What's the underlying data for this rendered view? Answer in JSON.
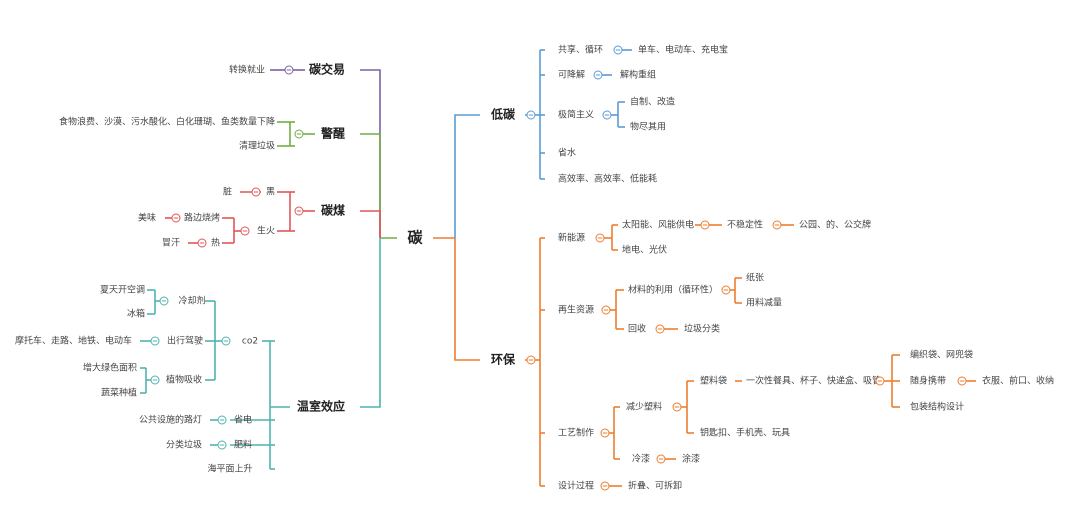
{
  "root": "碳",
  "colors": {
    "blue": "#5b9bd5",
    "orange": "#ed7d31",
    "purple": "#7b62a3",
    "green": "#70ad47",
    "red": "#e15759",
    "teal": "#4fb3b0",
    "root_line": "#70ad47"
  },
  "branches": {
    "tanjiaoyi": {
      "label": "碳交易",
      "children": {
        "a": "转换就业"
      }
    },
    "jingxing": {
      "label": "警醒",
      "children": {
        "a": "食物浪费、沙漠、污水酸化、白化珊瑚、鱼类数量下降",
        "b": "清理垃圾"
      }
    },
    "tanmei": {
      "label": "碳煤",
      "children": {
        "a": "脏",
        "a1": "黑",
        "b": "生火",
        "b1": "路边烧烤",
        "b1a": "美味",
        "b2": "热",
        "b2a": "冒汗"
      }
    },
    "wenshi": {
      "label": "温室效应",
      "children": {
        "co2": "co2",
        "lq": "冷却剂",
        "lq1": "夏天开空调",
        "lq2": "冰箱",
        "cx": "出行驾驶",
        "cx1": "摩托车、走路、地铁、电动车",
        "zw": "植物吸收",
        "zw1": "增大绿色面积",
        "zw2": "蔬菜种植",
        "sd": "省电",
        "sd1": "公共设施的路灯",
        "fl": "肥料",
        "fl1": "分类垃圾",
        "hm": "海平面上升"
      }
    },
    "ditan": {
      "label": "低碳",
      "children": {
        "a": "共享、循环",
        "a1": "单车、电动车、充电宝",
        "b": "可降解",
        "b1": "解构重组",
        "c": "极简主义",
        "c1": "自制、改造",
        "c2": "物尽其用",
        "d": "省水",
        "e": "高效率、高效率、低能耗"
      }
    },
    "huanbao": {
      "label": "环保",
      "children": {
        "xn": "新能源",
        "xn1": "太阳能、风能供电",
        "xn1a": "不稳定性",
        "xn1b": "公园、的、公交牌",
        "xn2": "地电、光伏",
        "zs": "再生资源",
        "zs1": "材料的利用（循环性）",
        "zs1a": "纸张",
        "zs1b": "用料减量",
        "zs2": "回收",
        "zs2a": "垃圾分类",
        "gy": "工艺制作",
        "gy1": "减少塑料",
        "gy1a": "塑料袋",
        "gy1b": "一次性餐具、杯子、快递盒、吸管",
        "gy1c": "编织袋、网兜袋",
        "gy1d": "随身携带",
        "gy1e": "包装结构设计",
        "gy1f": "衣服、前口、收纳",
        "gy1g": "钥匙扣、手机壳、玩具",
        "gy2": "冷漆",
        "gy2a": "涂漆",
        "sj": "设计过程",
        "sj1": "折叠、可拆卸"
      }
    }
  }
}
